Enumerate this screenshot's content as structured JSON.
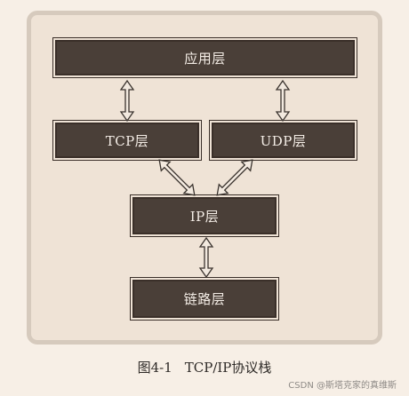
{
  "diagram": {
    "layers": {
      "application": "应用层",
      "tcp": "TCP层",
      "udp": "UDP层",
      "ip": "IP层",
      "link": "链路层"
    },
    "caption": {
      "number": "图4-1",
      "title": "TCP/IP协议栈"
    },
    "colors": {
      "box_fill": "#4a3f38",
      "box_text": "#f4ede6",
      "frame_fill": "#efe3d6",
      "frame_border": "#d6cabd",
      "background": "#f7efe6"
    }
  },
  "watermark": "CSDN @斯塔克家的真维斯"
}
